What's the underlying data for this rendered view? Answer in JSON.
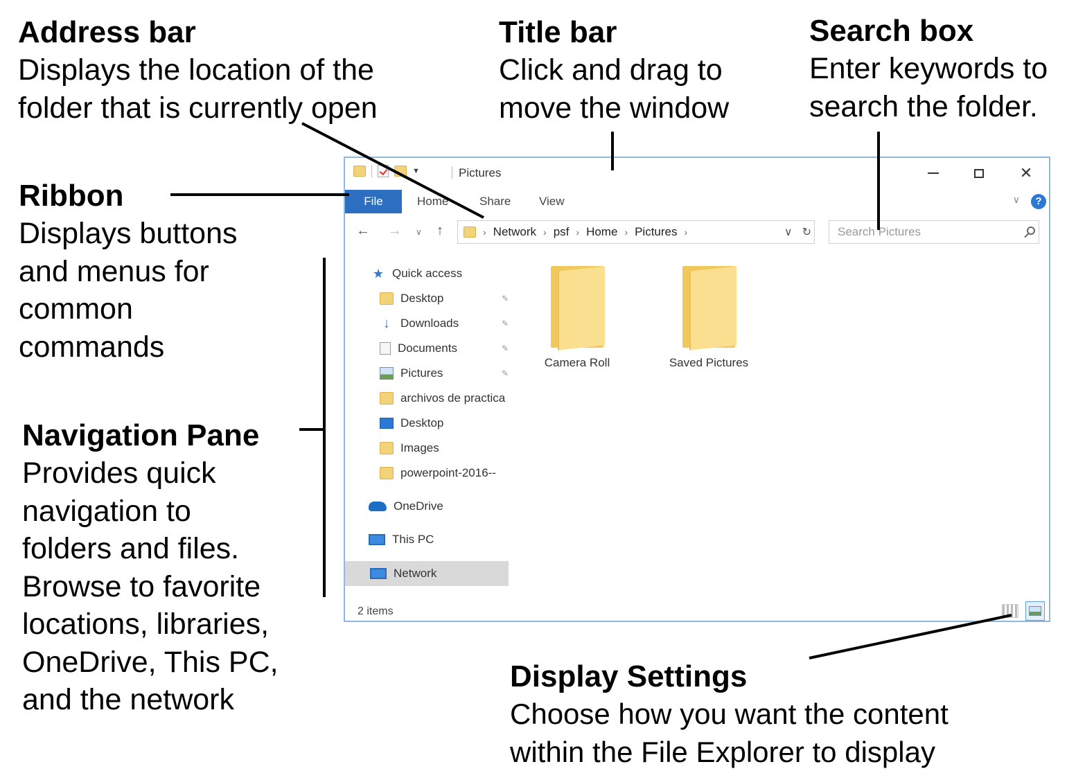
{
  "callouts": {
    "address": {
      "title": "Address bar",
      "desc": "Displays the location of the\nfolder that is currently open"
    },
    "title": {
      "title": "Title bar",
      "desc": "Click and drag to\nmove the window"
    },
    "search": {
      "title": "Search box",
      "desc": "Enter keywords to\nsearch the folder."
    },
    "ribbon": {
      "title": "Ribbon",
      "desc": "Displays buttons\nand menus for\ncommon\ncommands"
    },
    "navpane": {
      "title": "Navigation Pane",
      "desc": "Provides quick\nnavigation to\nfolders and files.\nBrowse to favorite\nlocations, libraries,\nOneDrive, This PC,\nand the network"
    },
    "display": {
      "title": "Display Settings",
      "desc": "Choose how you want the content\nwithin the File Explorer to display"
    }
  },
  "window": {
    "title": "Pictures",
    "controls": {
      "minimize_icon": "minimize-icon",
      "maximize_icon": "maximize-icon",
      "close": "✕"
    },
    "ribbon": {
      "tabs": [
        "File",
        "Home",
        "Share",
        "View"
      ],
      "help": "?"
    },
    "address": {
      "crumbs": [
        "Network",
        "psf",
        "Home",
        "Pictures"
      ],
      "separator": "›",
      "dropdown": "∨",
      "refresh": "↻"
    },
    "search": {
      "placeholder": "Search Pictures"
    },
    "navigation": {
      "back": "←",
      "forward": "→",
      "recent": "∨",
      "up": "↑"
    },
    "nav_pane": {
      "quick_access": "Quick access",
      "items": [
        {
          "label": "Desktop",
          "icon": "folder-icon",
          "pinned": true
        },
        {
          "label": "Downloads",
          "icon": "download-icon",
          "pinned": true
        },
        {
          "label": "Documents",
          "icon": "document-icon",
          "pinned": true
        },
        {
          "label": "Pictures",
          "icon": "pictures-icon",
          "pinned": true
        },
        {
          "label": "archivos de practica",
          "icon": "folder-icon",
          "pinned": false
        },
        {
          "label": "Desktop",
          "icon": "desktop-icon",
          "pinned": false
        },
        {
          "label": "Images",
          "icon": "folder-icon",
          "pinned": false
        },
        {
          "label": "powerpoint-2016--",
          "icon": "folder-icon",
          "pinned": false
        }
      ],
      "pin_glyph": "✎",
      "onedrive": "OneDrive",
      "this_pc": "This PC",
      "network": "Network"
    },
    "content": {
      "folders": [
        "Camera Roll",
        "Saved Pictures"
      ]
    },
    "status": {
      "count": "2 items"
    }
  },
  "colors": {
    "accent": "#2c6fc0",
    "window_border": "#8fb8e0",
    "folder": "#f3d37a",
    "selected_nav": "#d9d9d9"
  }
}
